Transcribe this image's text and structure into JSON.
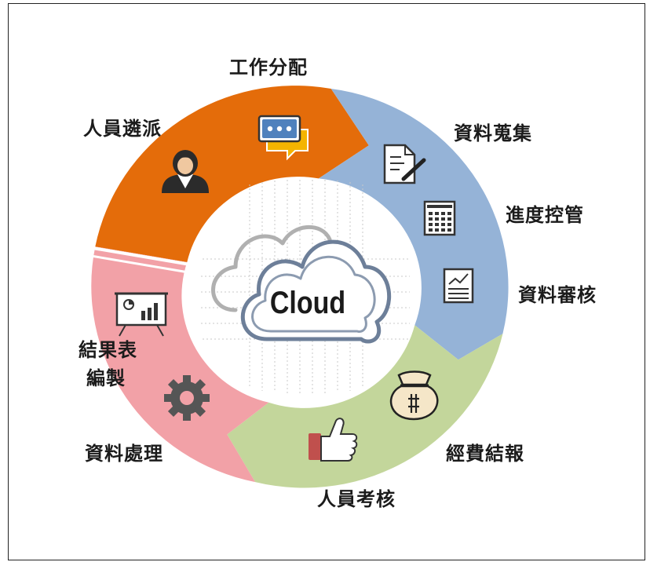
{
  "center": {
    "label": "Cloud"
  },
  "segments": [
    {
      "name": "personnel-assignment",
      "color": "#e46c0a"
    },
    {
      "name": "data-collection",
      "color": "#95b3d7"
    },
    {
      "name": "expense-review",
      "color": "#c3d69b"
    },
    {
      "name": "data-processing",
      "color": "#f2a1a7"
    }
  ],
  "labels": {
    "work_allocation": "工作分配",
    "personnel_dispatch": "人員遴派",
    "data_collection": "資料蒐集",
    "progress_control": "進度控管",
    "data_review": "資料審核",
    "expense_report": "經費結報",
    "personnel_evaluation": "人員考核",
    "data_processing": "資料處理",
    "result_table_line1": "結果表",
    "result_table_line2": "編製"
  },
  "icons": {
    "chat": "chat-bubble-icon",
    "person": "person-icon",
    "document": "document-pen-icon",
    "calendar": "calendar-icon",
    "chart_doc": "chart-document-icon",
    "money_bag": "money-bag-icon",
    "thumbs_up": "thumbs-up-icon",
    "presentation": "presentation-board-icon",
    "gear": "gear-icon",
    "cloud": "cloud-icon"
  }
}
